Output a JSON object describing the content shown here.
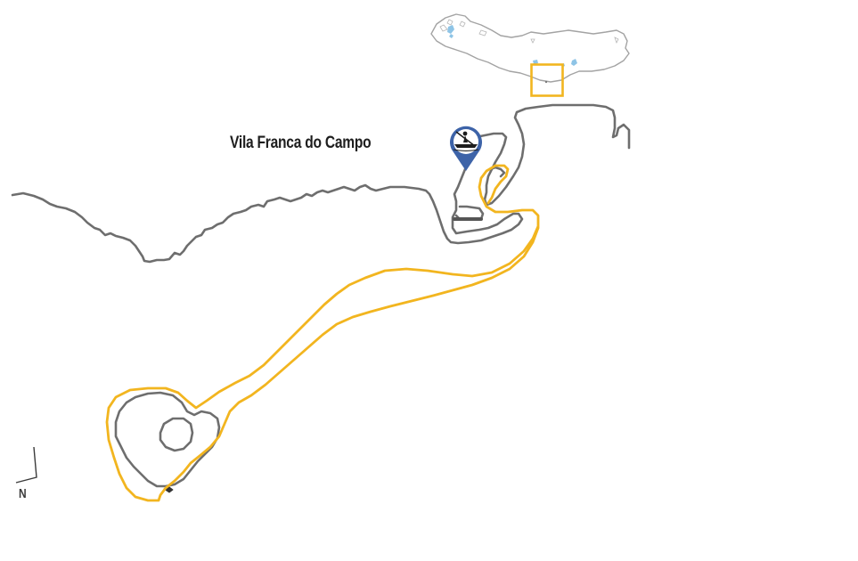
{
  "map": {
    "place_label": "Vila Franca do Campo",
    "north_label": "N",
    "marker_icon": "kayak-pin",
    "colors": {
      "coastline": "#6e6e6e",
      "route": "#f2b51f",
      "inset_outline": "#9a9a9a",
      "inset_water": "#8ec4e6",
      "marker": "#3d63a8",
      "highlight_box": "#f2b51f"
    }
  }
}
